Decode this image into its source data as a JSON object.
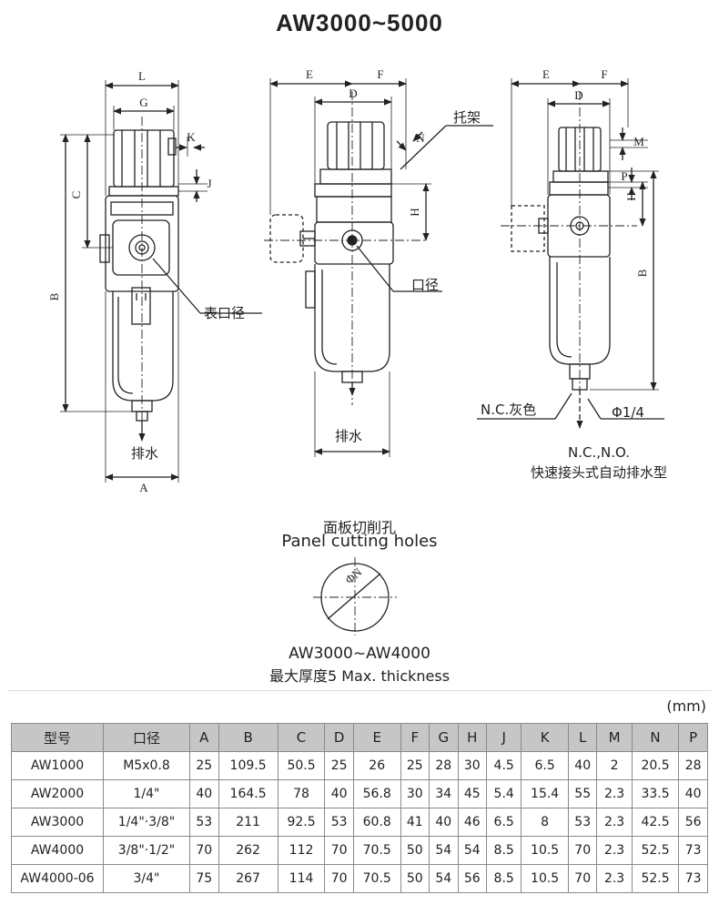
{
  "title": "AW3000~5000",
  "drawing": {
    "left_dims": {
      "L": "L",
      "G": "G",
      "K": "K",
      "C": "C",
      "J": "J",
      "B": "B",
      "A": "A"
    },
    "left_labels": {
      "port": "表口径",
      "drain": "排水"
    },
    "mid_dims": {
      "E": "E",
      "F": "F",
      "D": "D",
      "N": "N",
      "H": "H"
    },
    "mid_labels": {
      "bracket": "托架",
      "port": "口径",
      "drain": "排水"
    },
    "right_dims": {
      "E": "E",
      "F": "F",
      "D": "D",
      "M": "M",
      "P": "P",
      "H": "H",
      "B": "B"
    },
    "right_labels": {
      "nc_gray": "N.C.灰色",
      "phi": "Φ1/4",
      "nc_no": "N.C.,N.O.",
      "auto_drain": "快速接头式自动排水型"
    }
  },
  "panel": {
    "title_cn": "面板切削孔",
    "title_en": "Panel cutting holes",
    "symbol": "ΦN",
    "models": "AW3000~AW4000",
    "thickness": "最大厚度5 Max. thickness"
  },
  "table": {
    "unit": "(mm)",
    "headers": [
      "型号",
      "口径",
      "A",
      "B",
      "C",
      "D",
      "E",
      "F",
      "G",
      "H",
      "J",
      "K",
      "L",
      "M",
      "N",
      "P"
    ],
    "rows": [
      [
        "AW1000",
        "M5x0.8",
        "25",
        "109.5",
        "50.5",
        "25",
        "26",
        "25",
        "28",
        "30",
        "4.5",
        "6.5",
        "40",
        "2",
        "20.5",
        "28"
      ],
      [
        "AW2000",
        "1/4\"",
        "40",
        "164.5",
        "78",
        "40",
        "56.8",
        "30",
        "34",
        "45",
        "5.4",
        "15.4",
        "55",
        "2.3",
        "33.5",
        "40"
      ],
      [
        "AW3000",
        "1/4\"·3/8\"",
        "53",
        "211",
        "92.5",
        "53",
        "60.8",
        "41",
        "40",
        "46",
        "6.5",
        "8",
        "53",
        "2.3",
        "42.5",
        "56"
      ],
      [
        "AW4000",
        "3/8\"·1/2\"",
        "70",
        "262",
        "112",
        "70",
        "70.5",
        "50",
        "54",
        "54",
        "8.5",
        "10.5",
        "70",
        "2.3",
        "52.5",
        "73"
      ],
      [
        "AW4000-06",
        "3/4\"",
        "75",
        "267",
        "114",
        "70",
        "70.5",
        "50",
        "54",
        "56",
        "8.5",
        "10.5",
        "70",
        "2.3",
        "52.5",
        "73"
      ]
    ]
  }
}
